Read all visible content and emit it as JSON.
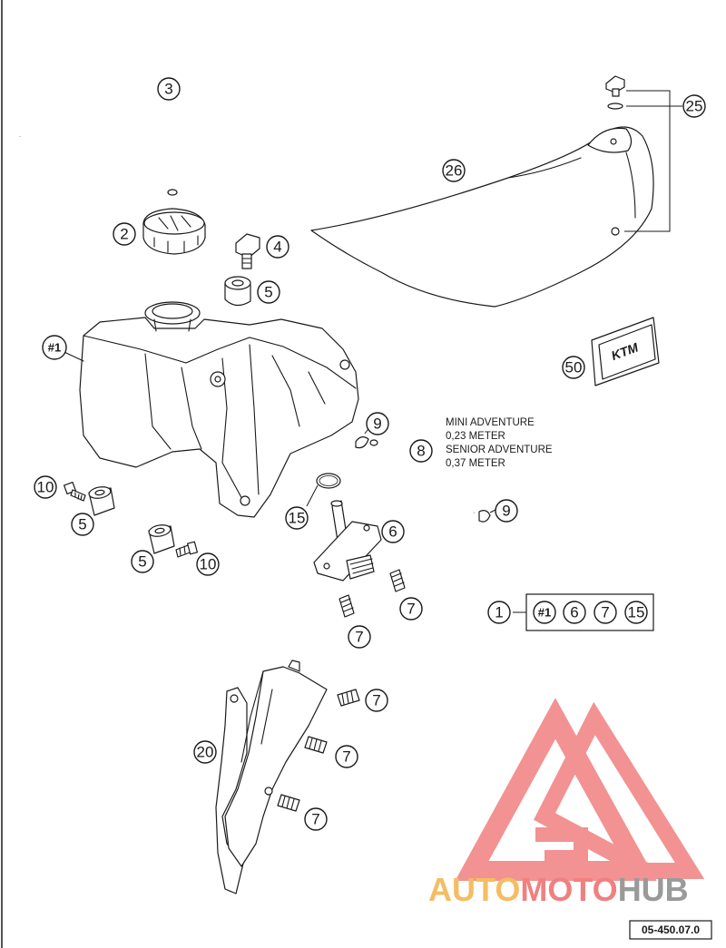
{
  "callouts": {
    "c3": "3",
    "c2": "2",
    "c4": "4",
    "c5a": "5",
    "c1tank": "#1",
    "c25": "25",
    "c26": "26",
    "c50": "50",
    "c9a": "9",
    "c8": "8",
    "c9b": "9",
    "c10a": "10",
    "c5b": "5",
    "c5c": "5",
    "c10b": "10",
    "c15": "15",
    "c6": "6",
    "c7a": "7",
    "c7b": "7",
    "c1": "1",
    "c20": "20",
    "c7c": "7",
    "c7d": "7",
    "c7e": "7"
  },
  "hose_note": {
    "line1": "MINI ADVENTURE",
    "line2": "0,23 METER",
    "line3": "SENIOR ADVENTURE",
    "line4": "0,37 METER"
  },
  "kit_box": {
    "items": [
      "#1",
      "6",
      "7",
      "15"
    ]
  },
  "decal_label": "KTM",
  "watermark": {
    "part1": "AUTO",
    "part2": "MOTO",
    "part3": "HUB"
  },
  "doc_number": "05-450.07.0",
  "colors": {
    "line": "#1a1a1a",
    "watermark_red": "#f08080",
    "watermark_orange": "#f5bd63",
    "watermark_gray": "#9a9a9a"
  }
}
